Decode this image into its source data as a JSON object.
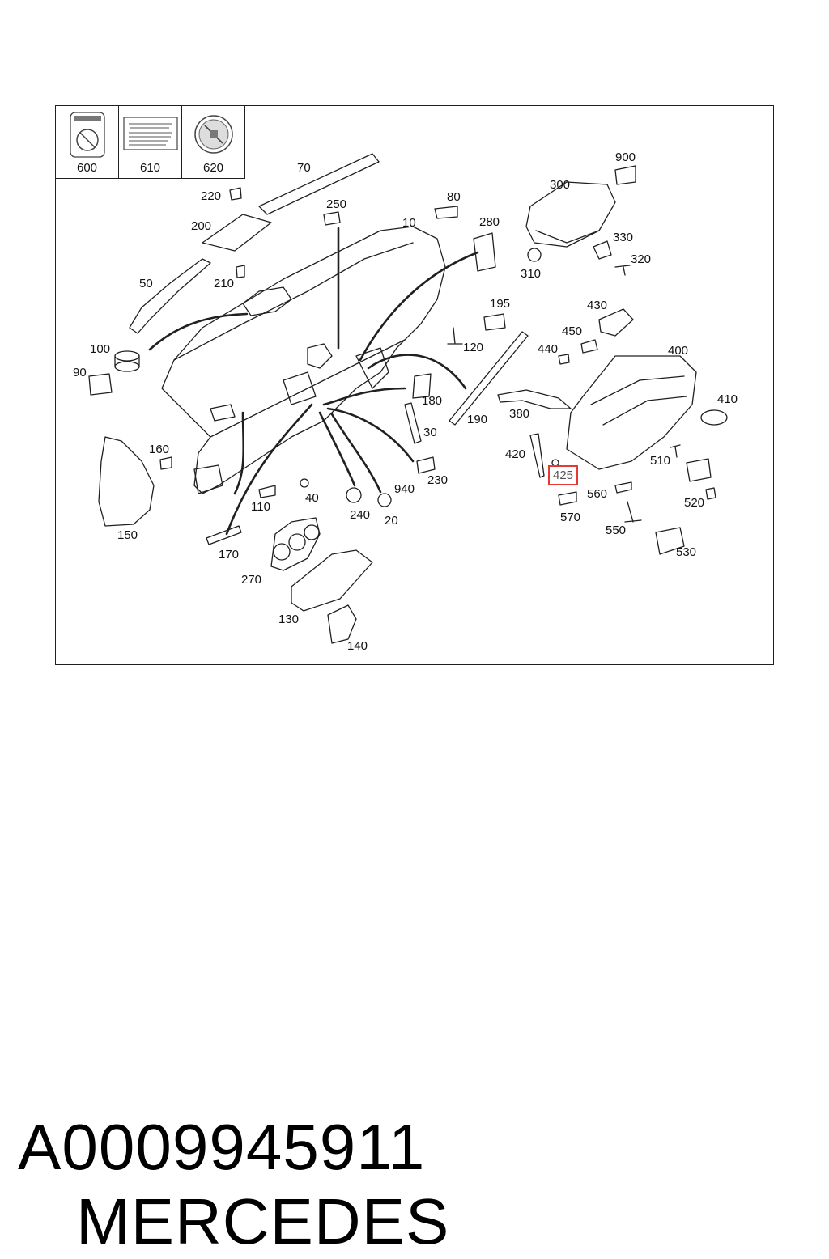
{
  "label_boxes": [
    {
      "num": "600",
      "icon": "airbag-warning-icon"
    },
    {
      "num": "610",
      "icon": "airbag-text-label-icon"
    },
    {
      "num": "620",
      "icon": "child-seat-warning-icon"
    }
  ],
  "callouts": {
    "c70": "70",
    "c900": "900",
    "c300": "300",
    "c220": "220",
    "c250": "250",
    "c80": "80",
    "c200": "200",
    "c10": "10",
    "c280": "280",
    "c330": "330",
    "c320": "320",
    "c310": "310",
    "c50": "50",
    "c210": "210",
    "c195": "195",
    "c430": "430",
    "c450": "450",
    "c100": "100",
    "c120": "120",
    "c440": "440",
    "c400": "400",
    "c90": "90",
    "c180": "180",
    "c410": "410",
    "c380": "380",
    "c190": "190",
    "c30": "30",
    "c160": "160",
    "c420": "420",
    "c510": "510",
    "c425": "425",
    "c230": "230",
    "c940": "940",
    "c40": "40",
    "c560": "560",
    "c110": "110",
    "c520": "520",
    "c240": "240",
    "c20": "20",
    "c570": "570",
    "c150": "150",
    "c550": "550",
    "c530": "530",
    "c170": "170",
    "c270": "270",
    "c130": "130",
    "c140": "140"
  },
  "footer": {
    "part_number": "A0009945911",
    "brand": "MERCEDES"
  },
  "colors": {
    "highlight": "#e53935",
    "line": "#202020"
  }
}
